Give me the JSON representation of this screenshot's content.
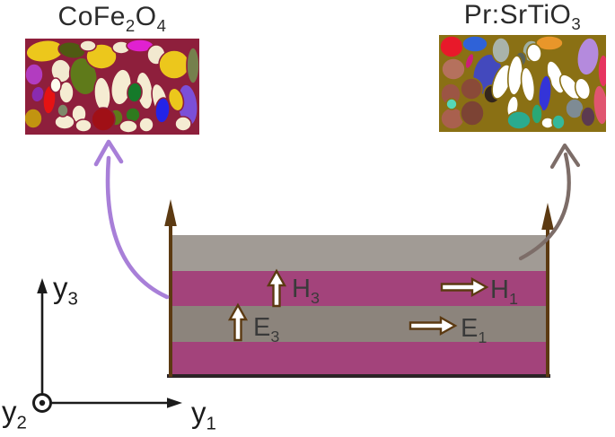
{
  "materials": {
    "left": {
      "base": "CoFe",
      "sub1": "2",
      "mid": "O",
      "sub2": "4"
    },
    "right": {
      "base": "Pr:SrTiO",
      "sub1": "3"
    }
  },
  "fields": {
    "h3": {
      "base": "H",
      "sub": "3"
    },
    "h1": {
      "base": "H",
      "sub": "1"
    },
    "e3": {
      "base": "E",
      "sub": "3"
    },
    "e1": {
      "base": "E",
      "sub": "1"
    }
  },
  "axes": {
    "y3": {
      "base": "y",
      "sub": "3"
    },
    "y1": {
      "base": "y",
      "sub": "1"
    },
    "y2": {
      "base": "y",
      "sub": "2"
    }
  },
  "colors": {
    "layer_magenta": "#a3437b",
    "layer_gray_top": "#a19b95",
    "layer_gray_mid": "#8c847c",
    "frame_brown": "#5c3a12",
    "callout_left_purple": "#a87fd8",
    "callout_right_gray": "#7d6d68",
    "field_label_text": "#3a3a3a",
    "axis_black": "#1b1b1b",
    "left_boundary_maroon": "#8e1f3c",
    "right_boundary_olive": "#8a7014"
  },
  "laminate": {
    "layers": [
      {
        "material": "PrSrTiO3",
        "color": "#a19b95",
        "h": 40
      },
      {
        "material": "CoFe2O4",
        "color": "#a3437b",
        "h": 39
      },
      {
        "material": "PrSrTiO3",
        "color": "#8c847c",
        "h": 40
      },
      {
        "material": "CoFe2O4",
        "color": "#a3437b",
        "h": 37
      }
    ]
  },
  "micrographs": {
    "left": {
      "size": [
        194,
        107
      ],
      "boundary": "#8e1f3c",
      "grains": [
        [
          22,
          14,
          21,
          12,
          -8,
          "#ecc71c"
        ],
        [
          10,
          40,
          10,
          12,
          0,
          "#b23cc0"
        ],
        [
          14,
          62,
          7,
          9,
          15,
          "#8a2bb0"
        ],
        [
          52,
          13,
          15,
          9,
          10,
          "#4f5a12"
        ],
        [
          40,
          36,
          11,
          13,
          -10,
          "#f2e9d0"
        ],
        [
          65,
          42,
          15,
          21,
          -12,
          "#5f7a1a"
        ],
        [
          27,
          68,
          7,
          16,
          5,
          "#e51313"
        ],
        [
          9,
          89,
          10,
          11,
          0,
          "#c29410"
        ],
        [
          85,
          20,
          17,
          14,
          0,
          "#ecc71c"
        ],
        [
          70,
          8,
          9,
          6,
          0,
          "#f2e9d0"
        ],
        [
          107,
          10,
          10,
          7,
          0,
          "#f2e9d0"
        ],
        [
          128,
          8,
          15,
          7,
          0,
          "#e021d0"
        ],
        [
          146,
          18,
          10,
          11,
          0,
          "#f2e9d0"
        ],
        [
          166,
          29,
          17,
          16,
          0,
          "#ecc71c"
        ],
        [
          187,
          30,
          7,
          20,
          0,
          "#75804d"
        ],
        [
          107,
          54,
          11,
          20,
          8,
          "#f5ecd2"
        ],
        [
          86,
          62,
          9,
          19,
          -5,
          "#f5ecd2"
        ],
        [
          60,
          84,
          8,
          10,
          0,
          "#f5ecd2"
        ],
        [
          133,
          58,
          9,
          21,
          -8,
          "#f5ecd2"
        ],
        [
          150,
          68,
          8,
          18,
          -14,
          "#f5ecd2"
        ],
        [
          122,
          60,
          8,
          11,
          5,
          "#157a2a"
        ],
        [
          120,
          85,
          8,
          8,
          0,
          "#2e7a1e"
        ],
        [
          101,
          88,
          8,
          9,
          0,
          "#5f7a1a"
        ],
        [
          153,
          80,
          8,
          14,
          6,
          "#2323e8"
        ],
        [
          181,
          74,
          11,
          23,
          -6,
          "#7b4fd8"
        ],
        [
          168,
          68,
          8,
          13,
          -15,
          "#ecc71c"
        ],
        [
          87,
          90,
          13,
          13,
          0,
          "#a01016"
        ],
        [
          44,
          93,
          11,
          8,
          0,
          "#f5ecd2"
        ],
        [
          65,
          97,
          9,
          7,
          0,
          "#f5ecd2"
        ],
        [
          115,
          98,
          10,
          7,
          0,
          "#f5ecd2"
        ],
        [
          135,
          96,
          8,
          8,
          0,
          "#f5ecd2"
        ],
        [
          46,
          60,
          8,
          12,
          0,
          "#f5ecd2"
        ],
        [
          34,
          52,
          6,
          8,
          0,
          "#fdfdf0"
        ],
        [
          176,
          95,
          9,
          8,
          0,
          "#f5ecd2"
        ],
        [
          42,
          80,
          6,
          7,
          0,
          "#7e8a6a"
        ]
      ]
    },
    "right": {
      "size": [
        186,
        108
      ],
      "boundary": "#8a7014",
      "grains": [
        [
          14,
          13,
          13,
          12,
          0,
          "#e8192a"
        ],
        [
          40,
          10,
          14,
          9,
          0,
          "#2f62d8"
        ],
        [
          16,
          38,
          13,
          12,
          0,
          "#b5715d"
        ],
        [
          34,
          29,
          4,
          9,
          20,
          "#cc1f77"
        ],
        [
          54,
          44,
          16,
          23,
          12,
          "#4349bd"
        ],
        [
          69,
          17,
          10,
          14,
          0,
          "#a9b3ab"
        ],
        [
          103,
          18,
          10,
          12,
          0,
          "#9fb0a4"
        ],
        [
          91,
          27,
          6,
          8,
          0,
          "#5a6258"
        ],
        [
          123,
          9,
          15,
          8,
          0,
          "#e8962a"
        ],
        [
          166,
          24,
          12,
          21,
          8,
          "#b48add"
        ],
        [
          183,
          40,
          6,
          18,
          0,
          "#e63460"
        ],
        [
          13,
          66,
          11,
          12,
          0,
          "#9c5544"
        ],
        [
          15,
          93,
          13,
          12,
          0,
          "#a9604e"
        ],
        [
          37,
          87,
          13,
          14,
          0,
          "#7c4334"
        ],
        [
          36,
          60,
          12,
          12,
          0,
          "#8a4a38"
        ],
        [
          14,
          77,
          6,
          6,
          0,
          "#55d8b8"
        ],
        [
          59,
          66,
          9,
          10,
          0,
          "#33261c"
        ],
        [
          70,
          52,
          9,
          20,
          20,
          "#ffffff"
        ],
        [
          85,
          45,
          8,
          22,
          5,
          "#ffffff"
        ],
        [
          99,
          55,
          7,
          19,
          -8,
          "#ffffff"
        ],
        [
          130,
          47,
          8,
          19,
          -20,
          "#ffffff"
        ],
        [
          146,
          58,
          8,
          16,
          -35,
          "#ffffff"
        ],
        [
          160,
          60,
          8,
          12,
          -15,
          "#ffffff"
        ],
        [
          82,
          80,
          6,
          12,
          10,
          "#ffffff"
        ],
        [
          121,
          98,
          7,
          6,
          0,
          "#ffffff"
        ],
        [
          106,
          20,
          8,
          10,
          -10,
          "#ffffff"
        ],
        [
          118,
          65,
          7,
          20,
          5,
          "#3434d8"
        ],
        [
          89,
          95,
          13,
          10,
          0,
          "#2aab8f"
        ],
        [
          109,
          88,
          6,
          11,
          0,
          "#2aa875"
        ],
        [
          133,
          97,
          7,
          8,
          0,
          "#35b89a"
        ],
        [
          151,
          82,
          10,
          11,
          0,
          "#7e8b94"
        ],
        [
          166,
          91,
          8,
          11,
          0,
          "#5c3a50"
        ],
        [
          180,
          78,
          8,
          22,
          -5,
          "#e05570"
        ]
      ]
    }
  }
}
